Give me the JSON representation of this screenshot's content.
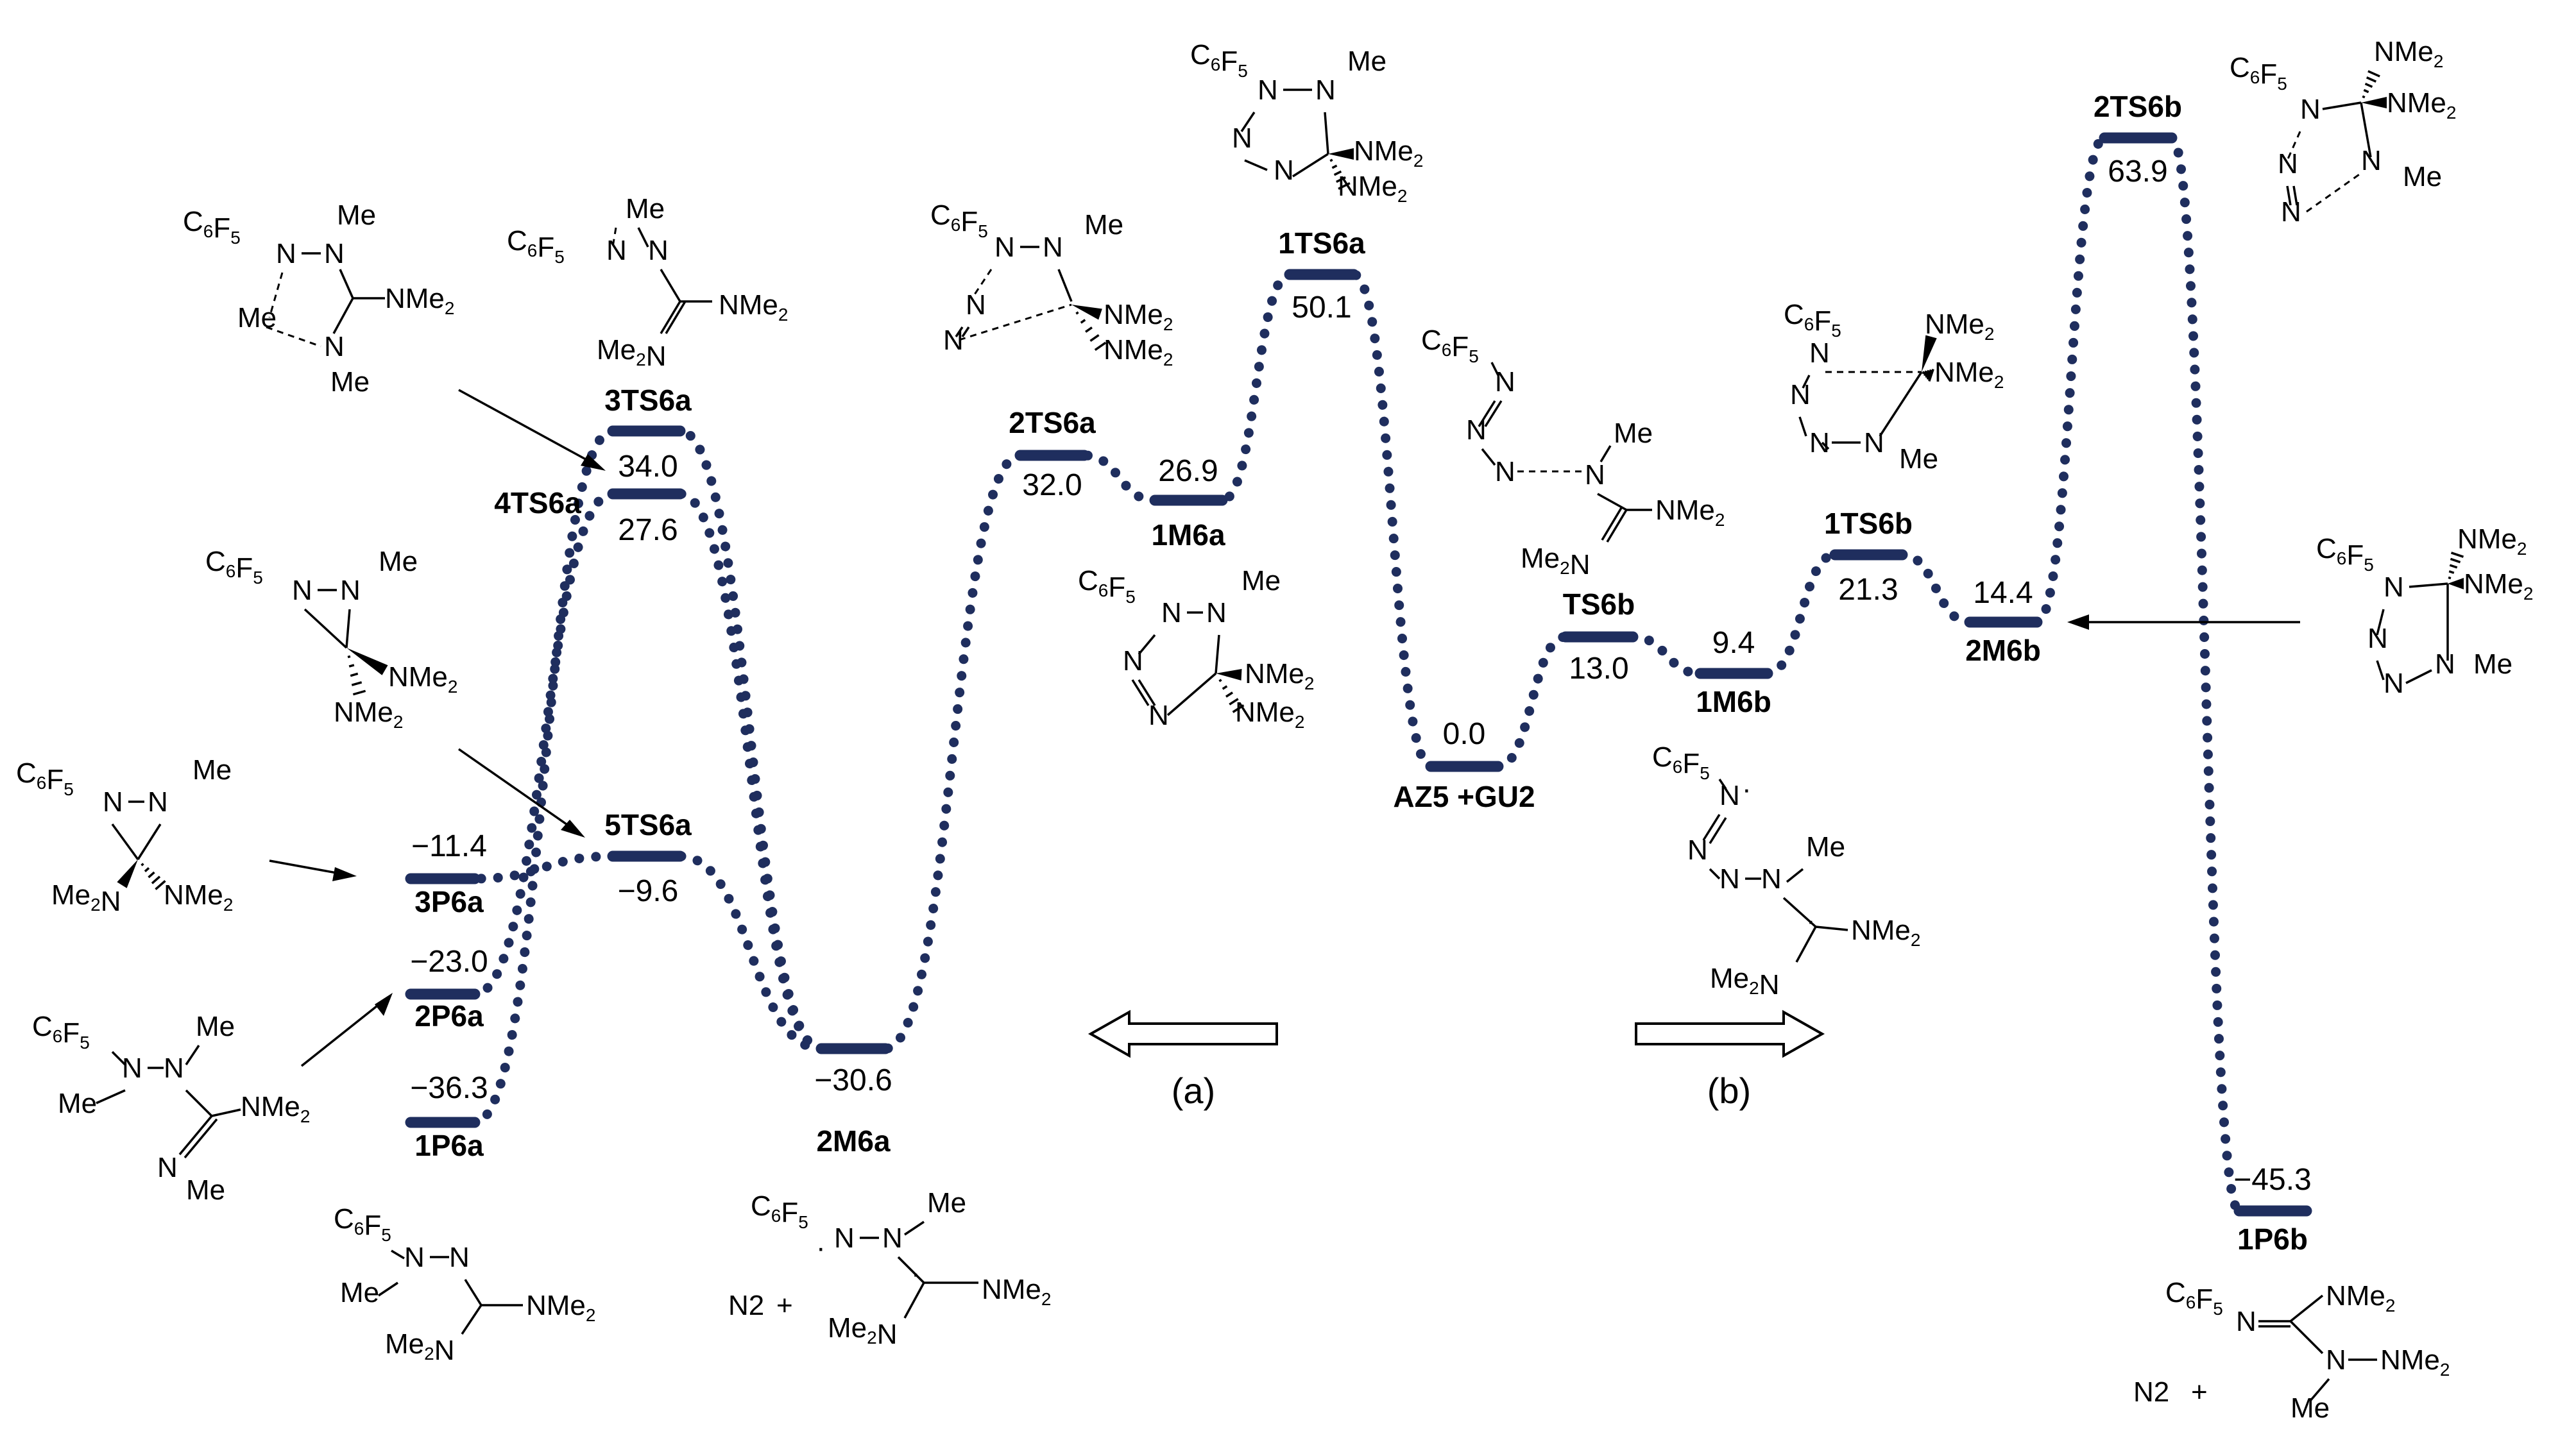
{
  "levels": {
    "P1a": {
      "name": "1P6a",
      "energy": "−36.3"
    },
    "P2a": {
      "name": "2P6a",
      "energy": "−23.0"
    },
    "P3a": {
      "name": "3P6a",
      "energy": "−11.4"
    },
    "TS3a": {
      "name": "3TS6a",
      "energy": "34.0"
    },
    "TS4a": {
      "name": "4TS6a",
      "energy": "27.6"
    },
    "TS5a": {
      "name": "5TS6a",
      "energy": "−9.6"
    },
    "M2a": {
      "name": "2M6a",
      "energy": "−30.6"
    },
    "TS2a": {
      "name": "2TS6a",
      "energy": "32.0"
    },
    "M1a": {
      "name": "1M6a",
      "energy": "26.9"
    },
    "TS1a": {
      "name": "1TS6a",
      "energy": "50.1"
    },
    "AZ": {
      "name": "AZ5 +GU2",
      "energy": "0.0"
    },
    "TSb": {
      "name": "TS6b",
      "energy": "13.0"
    },
    "M1b": {
      "name": "1M6b",
      "energy": "9.4"
    },
    "TS1b": {
      "name": "1TS6b",
      "energy": "21.3"
    },
    "M2b": {
      "name": "2M6b",
      "energy": "14.4"
    },
    "TS2b": {
      "name": "2TS6b",
      "energy": "63.9"
    },
    "P1b": {
      "name": "1P6b",
      "energy": "−45.3"
    }
  },
  "direction_labels": {
    "a": "(a)",
    "b": "(b)"
  },
  "chem": {
    "c6f5": "C6F5",
    "me": "Me",
    "nme2": "NMe2",
    "me2n": "Me2N",
    "n": "N",
    "n2": "N2",
    "plus": "+",
    "radical_dot": "·"
  }
}
